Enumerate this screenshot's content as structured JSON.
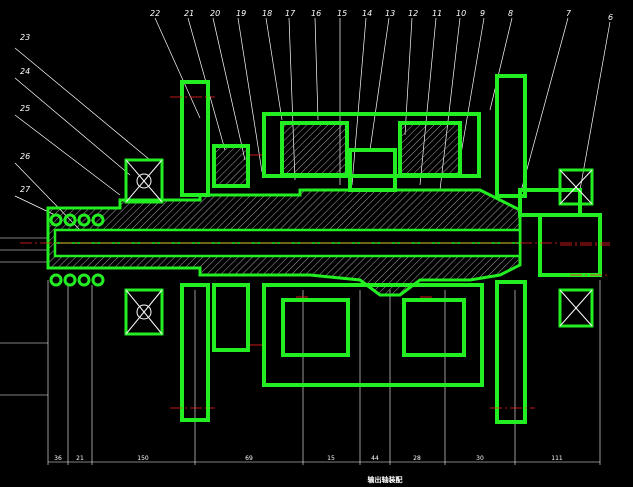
{
  "drawing": {
    "caption": "输出轴装配",
    "colors": {
      "background": "#000000",
      "part_outline": "#22ee22",
      "leader": "#ffffff",
      "centerline": "#ff2020",
      "hatch": "#ffffff",
      "bearing": "#ffffff"
    },
    "part_labels": [
      "22",
      "21",
      "20",
      "19",
      "18",
      "17",
      "16",
      "15",
      "14",
      "13",
      "12",
      "11",
      "10",
      "9",
      "8",
      "7",
      "6",
      "23",
      "24",
      "25",
      "26",
      "27"
    ],
    "dimensions": [
      "36",
      "21",
      "150",
      "69",
      "15",
      "44",
      "28",
      "30",
      "111"
    ]
  }
}
